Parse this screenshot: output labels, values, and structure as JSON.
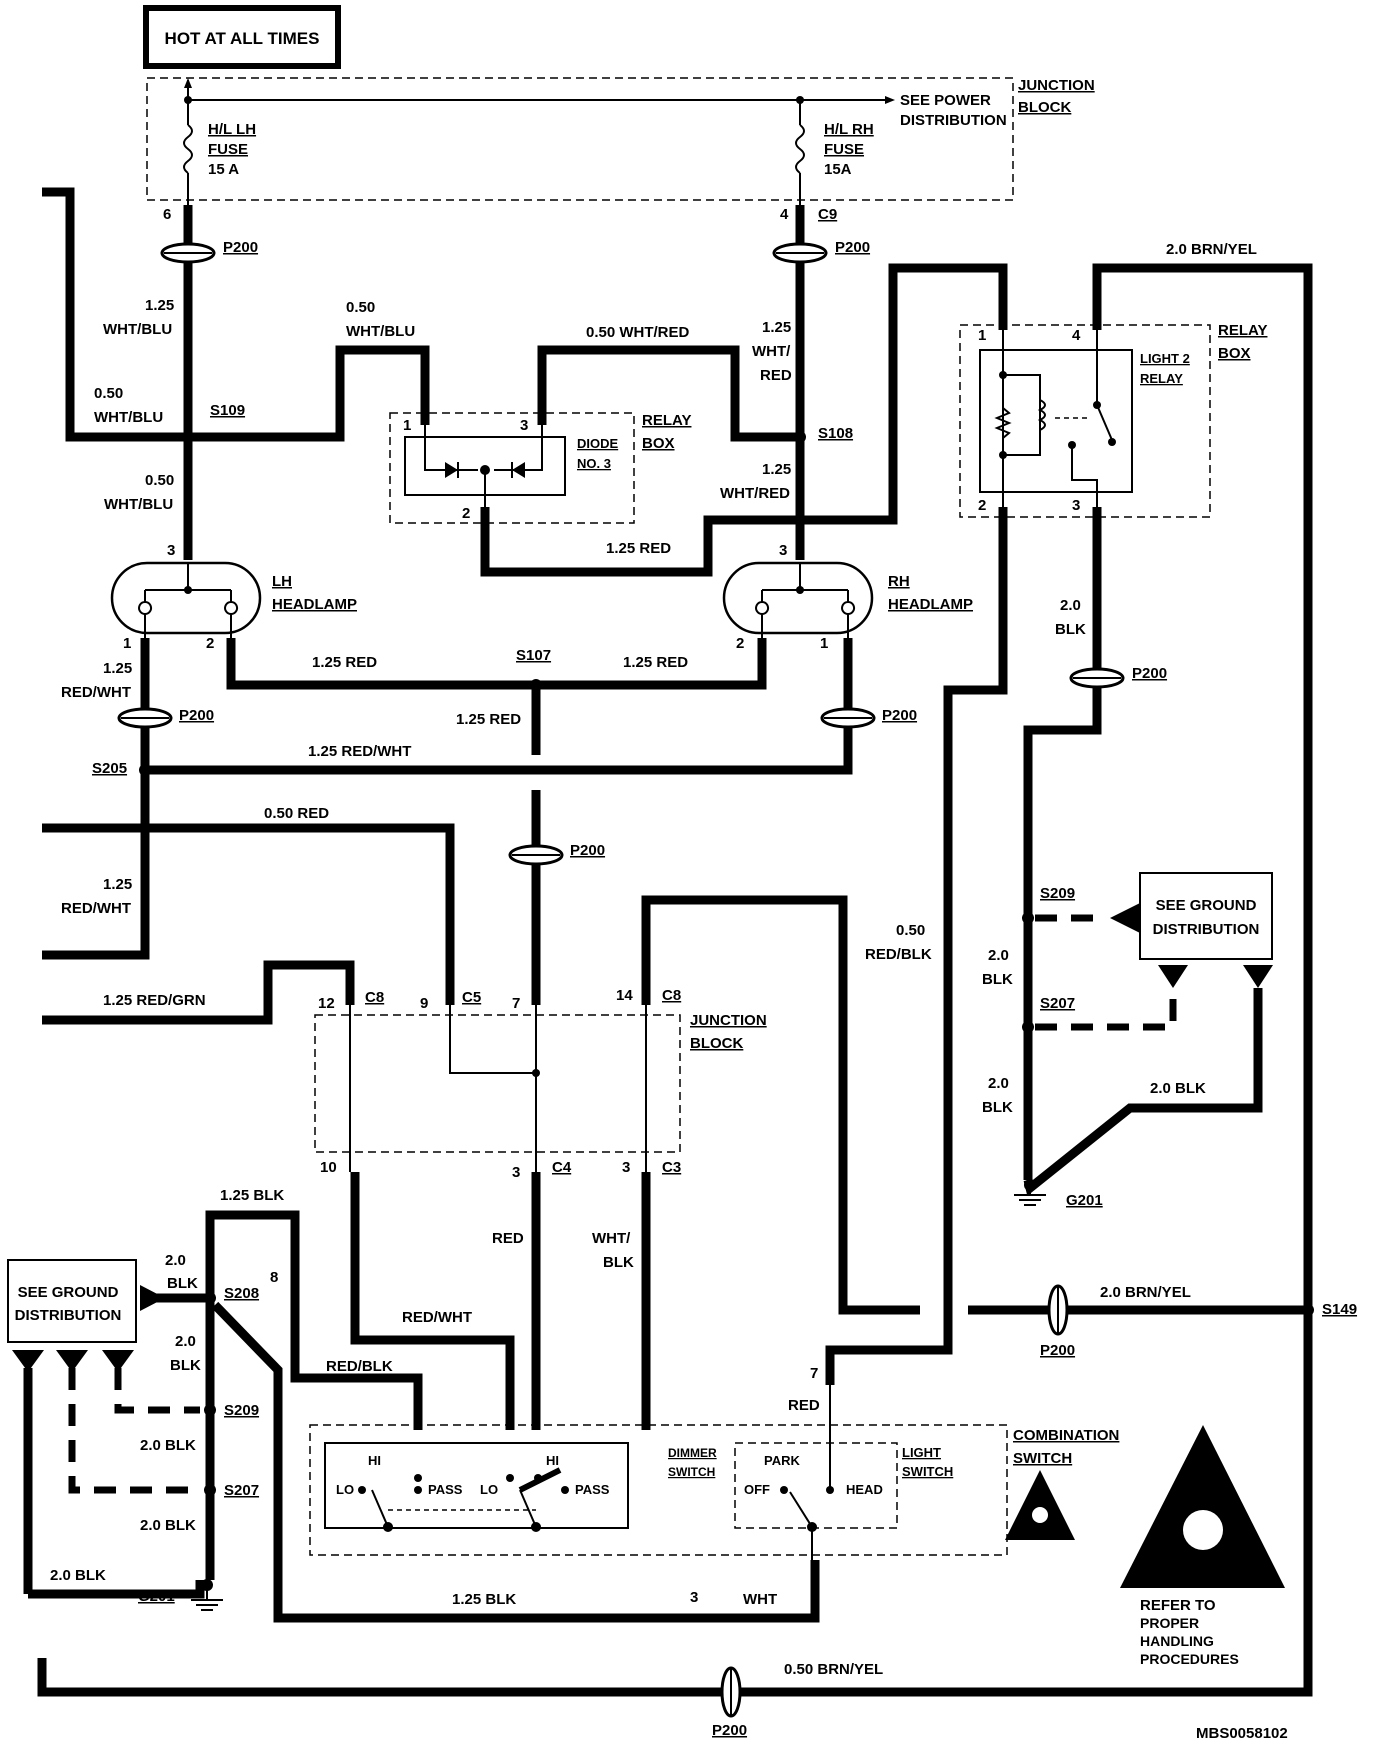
{
  "header": {
    "hot_label": "HOT AT ALL TIMES"
  },
  "junction_block_top": {
    "label1": "JUNCTION",
    "label2": "BLOCK",
    "see_power1": "SEE POWER",
    "see_power2": "DISTRIBUTION",
    "fuse_lh": [
      "H/L LH",
      "FUSE",
      "15 A"
    ],
    "fuse_rh": [
      "H/L RH",
      "FUSE",
      "15A"
    ],
    "pin_lh": "6",
    "pin_rh": "4",
    "connector_rh": "C9"
  },
  "connectors": {
    "p200": "P200"
  },
  "wires": {
    "wht_blu_125": [
      "1.25",
      "WHT/BLU"
    ],
    "wht_blu_050_top": [
      "0.50",
      "WHT/BLU"
    ],
    "wht_blu_050_left": [
      "0.50",
      "WHT/BLU"
    ],
    "wht_blu_050_down": [
      "0.50",
      "WHT/BLU"
    ],
    "wht_red_050": "0.50 WHT/RED",
    "wht_red_125_up": [
      "1.25",
      "WHT/",
      "RED"
    ],
    "wht_red_125_down": [
      "1.25",
      "WHT/RED"
    ],
    "red_125_relay": "1.25 RED",
    "red_125_left": "1.25 RED",
    "red_125_right": "1.25 RED",
    "red_125_down": "1.25 RED",
    "red_wht_125": [
      "1.25",
      "RED/WHT"
    ],
    "red_wht_125_h": "1.25 RED/WHT",
    "red_wht_125_b": [
      "1.25",
      "RED/WHT"
    ],
    "red_050": "0.50 RED",
    "red_grn_125": "1.25 RED/GRN",
    "brn_yel_20_top": "2.0 BRN/YEL",
    "brn_yel_20_mid": "2.0 BRN/YEL",
    "brn_yel_050": "0.50 BRN/YEL",
    "red_blk_050": [
      "0.50",
      "RED/BLK"
    ],
    "blk_20_relay": [
      "2.0",
      "BLK"
    ],
    "blk_20_s209r": [
      "2.0",
      "BLK"
    ],
    "blk_20_s207r": [
      "2.0",
      "BLK"
    ],
    "blk_20_g201r": "2.0 BLK",
    "blk_125_top": "1.25 BLK",
    "blk_20_s208_up": [
      "2.0",
      "BLK"
    ],
    "blk_20_s208_down": [
      "2.0",
      "BLK"
    ],
    "blk_20_s209l": "2.0 BLK",
    "blk_20_s207l": "2.0 BLK",
    "blk_20_g201l": "2.0 BLK",
    "blk_125_bottom": "1.25 BLK",
    "red_plain": "RED",
    "wht_blk": [
      "WHT/",
      "BLK"
    ],
    "red_wht_plain": "RED/WHT",
    "red_blk_plain": "RED/BLK",
    "red_light": "RED",
    "wht_plain": "WHT"
  },
  "splices": {
    "s109": "S109",
    "s108": "S108",
    "s107": "S107",
    "s205": "S205",
    "s149": "S149",
    "s208": "S208",
    "s209": "S209",
    "s207": "S207"
  },
  "grounds": {
    "g201": "G201"
  },
  "relay_box_diode": {
    "label": [
      "RELAY",
      "BOX"
    ],
    "diode": [
      "DIODE",
      "NO. 3"
    ],
    "pin1": "1",
    "pin2": "2",
    "pin3": "3"
  },
  "relay_box_light": {
    "label": [
      "RELAY",
      "BOX"
    ],
    "relay": [
      "LIGHT 2",
      "RELAY"
    ],
    "pin1": "1",
    "pin2": "2",
    "pin3": "3",
    "pin4": "4"
  },
  "headlamps": {
    "lh": [
      "LH",
      "HEADLAMP"
    ],
    "rh": [
      "RH",
      "HEADLAMP"
    ],
    "pin1": "1",
    "pin2": "2",
    "pin3": "3"
  },
  "junction_block_mid": {
    "label1": "JUNCTION",
    "label2": "BLOCK",
    "pins_top": [
      "12",
      "9",
      "7",
      "14"
    ],
    "conn_top": [
      "C8",
      "C5",
      "C8"
    ],
    "pins_bottom": [
      "10",
      "3",
      "3"
    ],
    "conn_bottom": [
      "C4",
      "C3"
    ]
  },
  "ground_dist": {
    "label": [
      "SEE GROUND",
      "DISTRIBUTION"
    ]
  },
  "combination_switch": {
    "label": [
      "COMBINATION",
      "SWITCH"
    ],
    "dimmer": [
      "DIMMER",
      "SWITCH"
    ],
    "light": [
      "LIGHT",
      "SWITCH"
    ],
    "hi": "HI",
    "lo": "LO",
    "pass": "PASS",
    "park": "PARK",
    "off": "OFF",
    "head": "HEAD",
    "pin_7": "7",
    "pin_8": "8",
    "pin_3": "3"
  },
  "warning": {
    "text": [
      "REFER TO",
      "PROPER",
      "HANDLING",
      "PROCEDURES"
    ]
  },
  "figure_id": "MBS0058102"
}
